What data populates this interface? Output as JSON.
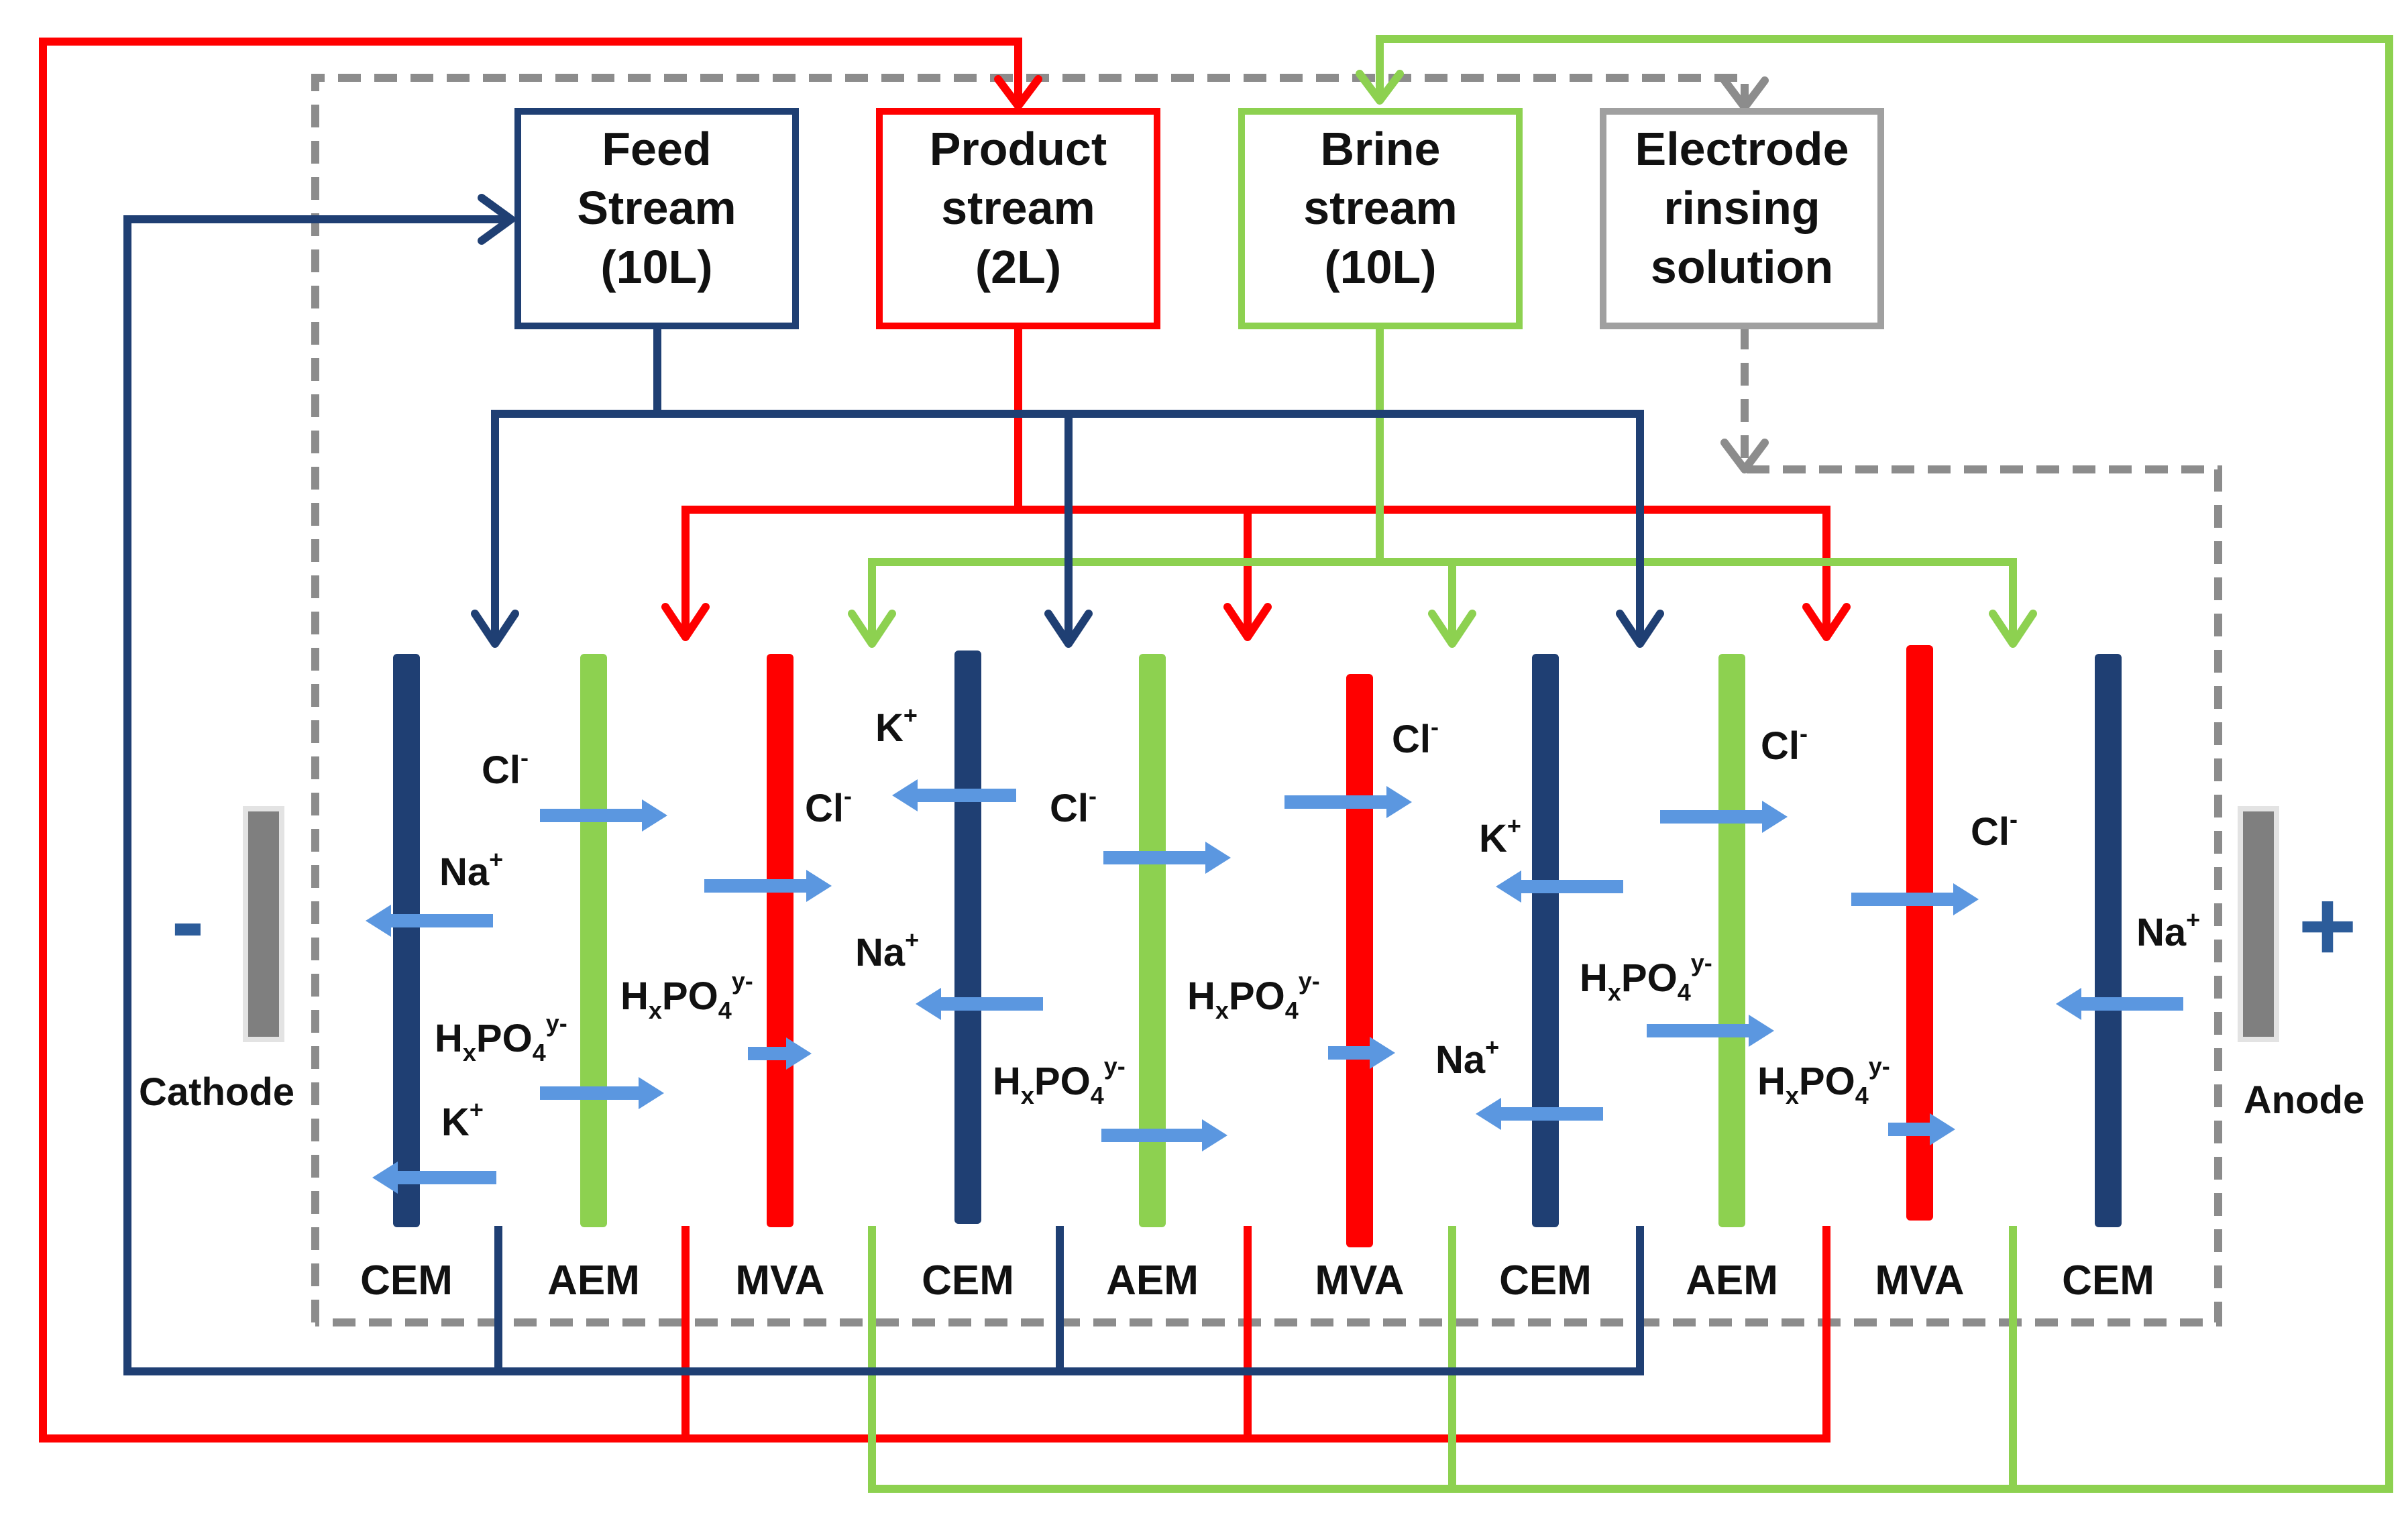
{
  "colors": {
    "feed": "#1f3f73",
    "product": "#ff0000",
    "brine": "#8dd150",
    "rinse": "#8c8c8c",
    "arrow": "#5b97e0",
    "box_rinse": "#a0a0a0",
    "electrode": "#7f7f7f",
    "sign": "#2c5c9a"
  },
  "tanks": [
    {
      "id": "feed",
      "lines": [
        "Feed",
        "Stream",
        "(10L)"
      ]
    },
    {
      "id": "product",
      "lines": [
        "Product",
        "stream",
        "(2L)"
      ]
    },
    {
      "id": "brine",
      "lines": [
        "Brine",
        "stream",
        "(10L)"
      ]
    },
    {
      "id": "rinse",
      "lines": [
        "Electrode",
        "rinsing",
        "solution"
      ]
    }
  ],
  "membranes": [
    "CEM",
    "AEM",
    "MVA",
    "CEM",
    "AEM",
    "MVA",
    "CEM",
    "AEM",
    "MVA",
    "CEM"
  ],
  "electrodes": {
    "cathode": {
      "label": "Cathode",
      "sign": "-",
      "icon": "cathode-plate-icon"
    },
    "anode": {
      "label": "Anode",
      "sign": "+",
      "icon": "anode-plate-icon"
    }
  },
  "ions": [
    {
      "id": "cl-1",
      "base": "Cl",
      "sub": "",
      "sup": "-"
    },
    {
      "id": "na-1",
      "base": "Na",
      "sub": "",
      "sup": "+"
    },
    {
      "id": "hpo-1",
      "base": "H",
      "sub": "x",
      "base2": "PO",
      "sub2": "4",
      "sup": "y-"
    },
    {
      "id": "k-1",
      "base": "K",
      "sub": "",
      "sup": "+"
    },
    {
      "id": "cl-2",
      "base": "Cl",
      "sub": "",
      "sup": "-"
    },
    {
      "id": "hpo-2",
      "base": "H",
      "sub": "x",
      "base2": "PO",
      "sub2": "4",
      "sup": "y-"
    },
    {
      "id": "k-2",
      "base": "K",
      "sub": "",
      "sup": "+"
    },
    {
      "id": "na-2",
      "base": "Na",
      "sub": "",
      "sup": "+"
    },
    {
      "id": "cl-3",
      "base": "Cl",
      "sub": "",
      "sup": "-"
    },
    {
      "id": "hpo-3",
      "base": "H",
      "sub": "x",
      "base2": "PO",
      "sub2": "4",
      "sup": "y-"
    },
    {
      "id": "hpo-4",
      "base": "H",
      "sub": "x",
      "base2": "PO",
      "sub2": "4",
      "sup": "y-"
    },
    {
      "id": "cl-4",
      "base": "Cl",
      "sub": "",
      "sup": "-"
    },
    {
      "id": "k-3",
      "base": "K",
      "sub": "",
      "sup": "+"
    },
    {
      "id": "na-3",
      "base": "Na",
      "sub": "",
      "sup": "+"
    },
    {
      "id": "cl-5",
      "base": "Cl",
      "sub": "",
      "sup": "-"
    },
    {
      "id": "hpo-5",
      "base": "H",
      "sub": "x",
      "base2": "PO",
      "sub2": "4",
      "sup": "y-"
    },
    {
      "id": "hpo-6",
      "base": "H",
      "sub": "x",
      "base2": "PO",
      "sub2": "4",
      "sup": "y-"
    },
    {
      "id": "cl-6",
      "base": "Cl",
      "sub": "",
      "sup": "-"
    },
    {
      "id": "na-4",
      "base": "Na",
      "sub": "",
      "sup": "+"
    }
  ]
}
